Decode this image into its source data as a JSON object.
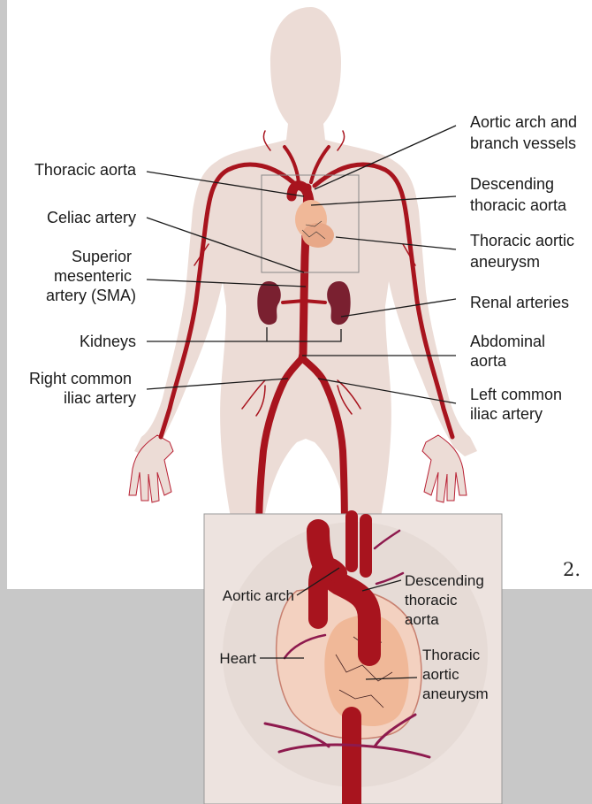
{
  "labels": {
    "aortic_arch_branch": [
      "Aortic arch and",
      "branch vessels"
    ],
    "thoracic_aorta": [
      "Thoracic aorta"
    ],
    "descending_thoracic": [
      "Descending",
      "thoracic aorta"
    ],
    "celiac": [
      "Celiac artery"
    ],
    "thoracic_aneurysm": [
      "Thoracic aortic",
      "aneurysm"
    ],
    "sma": [
      "Superior",
      "mesenteric",
      "artery (SMA)"
    ],
    "renal": [
      "Renal arteries"
    ],
    "kidneys": [
      "Kidneys"
    ],
    "abdominal": [
      "Abdominal",
      "aorta"
    ],
    "right_iliac": [
      "Right common",
      "iliac artery"
    ],
    "left_iliac": [
      "Left common",
      "iliac artery"
    ]
  },
  "inset_labels": {
    "aortic_arch": [
      "Aortic arch"
    ],
    "descending": [
      "Descending",
      "thoracic",
      "aorta"
    ],
    "heart": [
      "Heart"
    ],
    "aneurysm": [
      "Thoracic",
      "aortic",
      "aneurysm"
    ]
  },
  "page_number": "2.",
  "colors": {
    "body": "#ecdcd6",
    "artery": "#a8141e",
    "vein": "#8e1a4e",
    "aneurysm": "#f0b898",
    "kidney": "#7a2030",
    "inset_bg": "#ede3df",
    "gray_bg": "#c8c8c8"
  }
}
